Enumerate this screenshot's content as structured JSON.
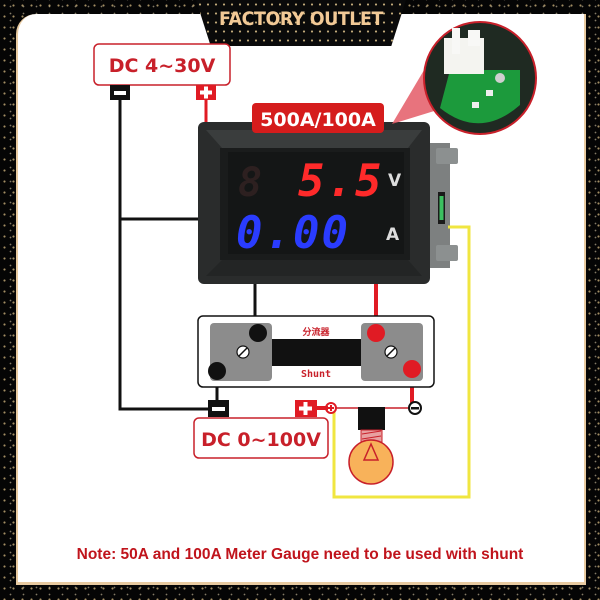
{
  "banner": {
    "title": "FACTORY OUTLET"
  },
  "power_supply": {
    "label": "DC 4~30V",
    "negative": "−",
    "positive": "+"
  },
  "meter": {
    "model_badge": "500A/100A",
    "voltage_reading": "5.5",
    "voltage_unit": "V",
    "current_reading": "0.00",
    "current_unit": "A"
  },
  "shunt": {
    "chinese_label": "分流器",
    "label": "Shunt"
  },
  "load_supply": {
    "label": "DC 0~100V",
    "negative": "−",
    "positive": "+"
  },
  "load": {
    "type": "light-bulb"
  },
  "note": "Note: 50A and 100A Meter Gauge need to be used with shunt",
  "colors": {
    "red": "#e01b24",
    "label_red": "#c8202a",
    "black_wire": "#111111",
    "yellow_wire": "#f0e640",
    "voltage_digits": "#ff2a2a",
    "current_digits": "#2a3cff",
    "banner_text": "#f2c996"
  }
}
